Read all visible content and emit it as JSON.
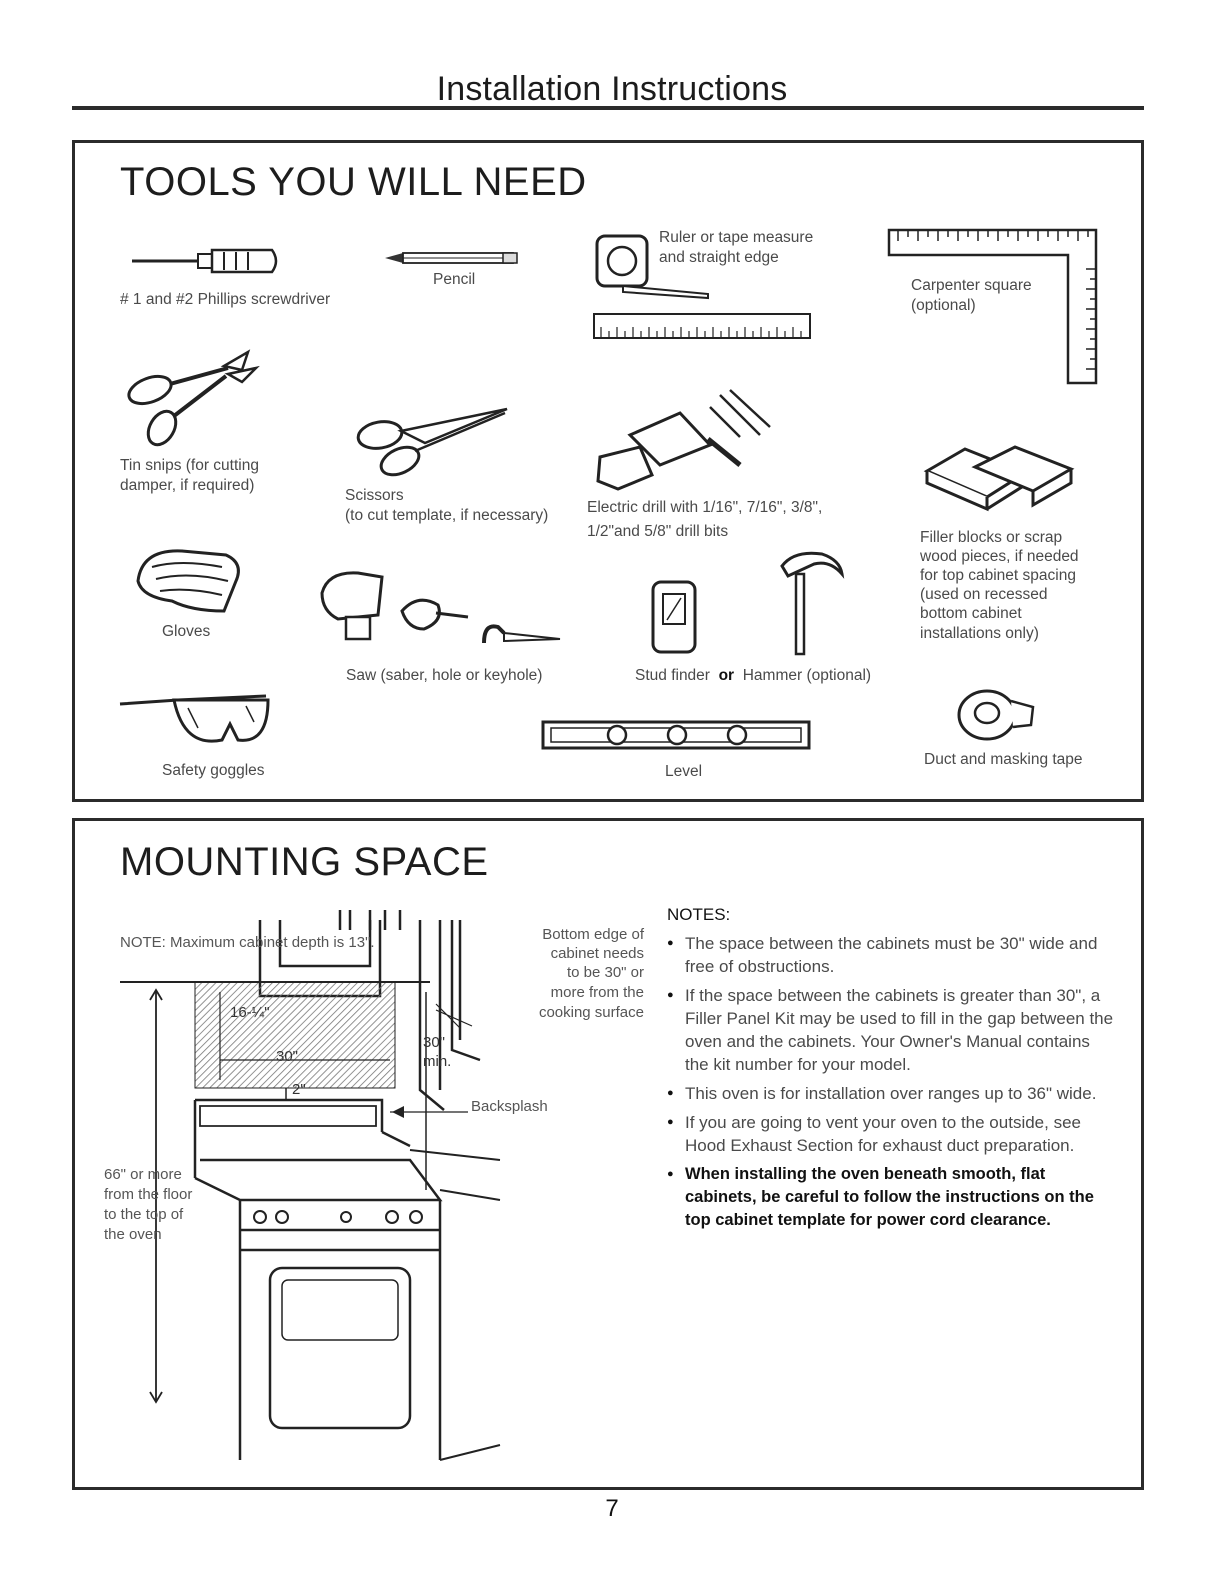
{
  "header": {
    "title": "Installation Instructions"
  },
  "tools": {
    "title": "TOOLS YOU WILL NEED",
    "items": {
      "screwdriver": "# 1 and #2 Phillips screwdriver",
      "pencil": "Pencil",
      "ruler_line1": "Ruler or tape measure",
      "ruler_line2": "and straight edge",
      "square_line1": "Carpenter square",
      "square_line2": "(optional)",
      "tinsnips_line1": "Tin snips (for cutting",
      "tinsnips_line2": "damper, if required)",
      "scissors_line1": "Scissors",
      "scissors_line2": "(to cut template, if necessary)",
      "drill_line1": "Electric drill with",
      "drill_sizes_a": "1/16\", 7/16\", 3/8\",",
      "drill_sizes_b": "1/2\"and 5/8\" drill bits",
      "filler_lines": [
        "Filler blocks or scrap",
        "wood pieces, if needed",
        "for top cabinet spacing",
        "(used on recessed",
        "bottom cabinet",
        "installations only)"
      ],
      "gloves": "Gloves",
      "saw": "Saw (saber, hole or keyhole)",
      "stud_finder": "Stud finder",
      "or": "or",
      "hammer": "Hammer (optional)",
      "goggles": "Safety goggles",
      "level": "Level",
      "tape": "Duct and masking tape"
    }
  },
  "mounting": {
    "title": "MOUNTING SPACE",
    "diagram": {
      "note": "NOTE: Maximum cabinet depth is 13\".",
      "depth_label": "16-¼\"",
      "width_label": "30\"",
      "gap_label": "2\"",
      "min_label_a": "30\"",
      "min_label_b": "min.",
      "bottom_edge_lines": [
        "Bottom edge of",
        "cabinet needs",
        "to be 30\" or",
        "more from the",
        "cooking surface"
      ],
      "backsplash": "Backsplash",
      "floor_lines": [
        "66\" or more",
        "from the floor",
        "to the top of",
        "the oven"
      ]
    },
    "notes_title": "NOTES:",
    "notes": [
      "The space between the cabinets must be 30\" wide and free of obstructions.",
      "If the space between the cabinets is greater than 30\", a Filler Panel Kit may be used to fill in the gap between the oven and the cabinets. Your Owner's Manual contains the kit number for your model.",
      "This oven is for installation over ranges up to 36\" wide.",
      "If you are going to vent your oven to the outside, see Hood Exhaust Section for exhaust duct preparation.",
      "When installing the oven beneath smooth, flat cabinets, be careful to follow the instructions on the top cabinet template for power cord clearance."
    ]
  },
  "footer": {
    "page_number": "7"
  }
}
